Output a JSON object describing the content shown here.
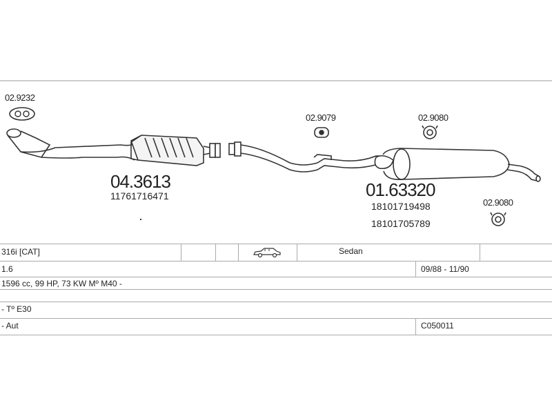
{
  "parts": {
    "gasket_top": {
      "code": "02.9232"
    },
    "catalyst": {
      "code": "04.3613",
      "oe": [
        "11761716471"
      ]
    },
    "mount_1": {
      "code": "02.9079"
    },
    "mount_2": {
      "code": "02.9080"
    },
    "mount_3": {
      "code": "02.9080"
    },
    "rear_silencer": {
      "code": "01.63320",
      "oe": [
        "18101719498",
        "18101705789"
      ]
    }
  },
  "table": {
    "model": "316i  [CAT]",
    "body": "Sedan",
    "engine_size": "1.6",
    "years": "09/88 - 11/90",
    "engine_details": "1596 cc, 99 HP, 73 KW Mº M40 -",
    "type": "- Tº E30",
    "transmission": "- Aut",
    "code": "C050011"
  },
  "icons": {
    "car": "sedan-car-icon"
  },
  "colors": {
    "line": "#aaaaaa",
    "stroke": "#333333",
    "text": "#222222"
  }
}
